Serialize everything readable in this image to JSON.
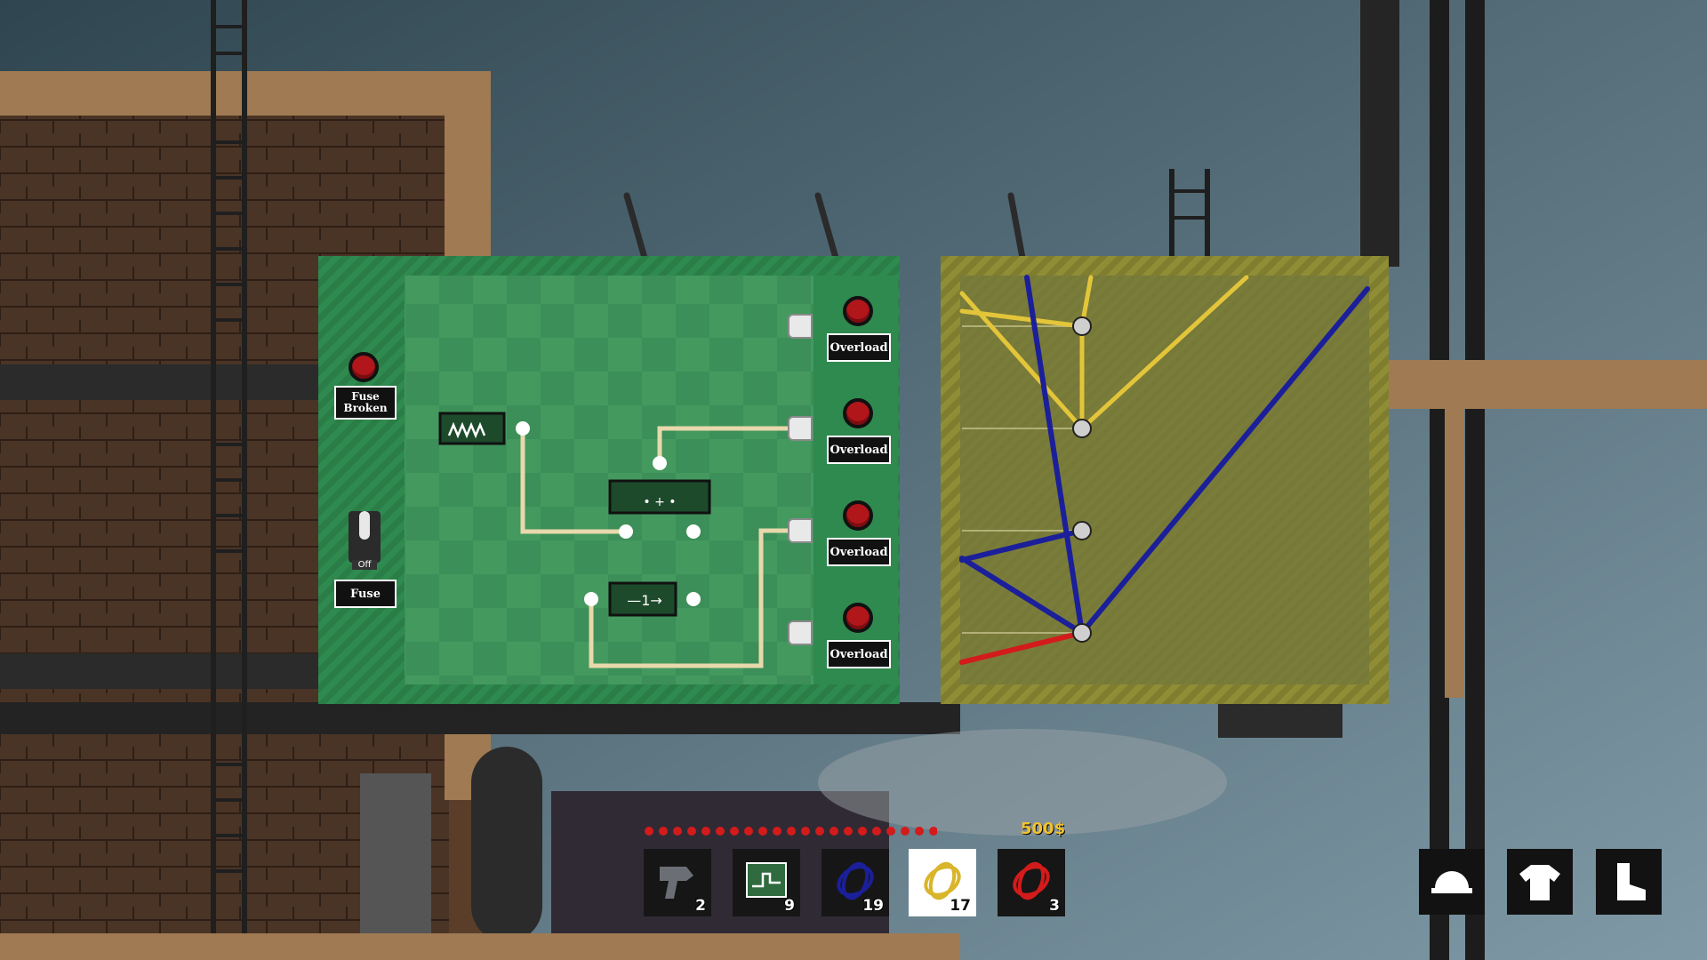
{
  "fuse_panel": {
    "fuse_broken_label": "Fuse\nBroken",
    "fuse_label": "Fuse",
    "switch_state": "Off",
    "overload_labels": [
      "Overload",
      "Overload",
      "Overload",
      "Overload"
    ]
  },
  "hud": {
    "money": "500$",
    "inventory": [
      {
        "icon": "drill-icon",
        "count": "2"
      },
      {
        "icon": "circuit-board-icon",
        "count": "9"
      },
      {
        "icon": "blue-wire-icon",
        "count": "19"
      },
      {
        "icon": "yellow-wire-icon",
        "count": "17",
        "selected": true
      },
      {
        "icon": "red-wire-icon",
        "count": "3"
      }
    ],
    "equipment": [
      "helmet-icon",
      "shirt-icon",
      "boot-icon"
    ]
  },
  "colors": {
    "fuse_board": "#2f8a4f",
    "wiring_board": "#8f8d36",
    "wire_blue": "#1b1f9a",
    "wire_yellow": "#e3c53a",
    "wire_red": "#d31b1b",
    "trace": "#e8d9ad"
  }
}
